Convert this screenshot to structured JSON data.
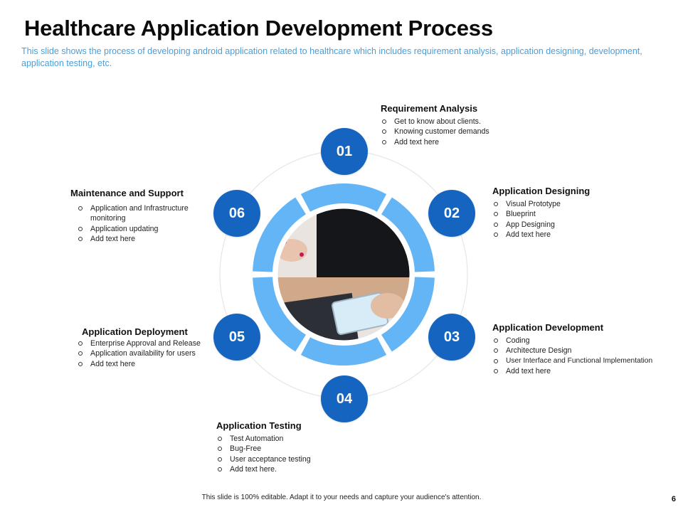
{
  "slide": {
    "title": "Healthcare Application Development Process",
    "subtitle": "This slide shows the process of developing android application related to healthcare which includes requirement analysis, application designing, development, application testing, etc.",
    "footer": "This slide is 100% editable.  Adapt it to your needs and capture your audience's attention.",
    "page_number": "6"
  },
  "colors": {
    "step_circle": "#1565c0",
    "ring_segment": "#64b5f6",
    "subtitle_text": "#4a9fd8",
    "outer_ring": "#e6e6e6"
  },
  "steps": [
    {
      "number": "01",
      "title": "Requirement Analysis",
      "bullets": [
        "Get to know about clients.",
        "Knowing customer demands",
        "Add text here"
      ]
    },
    {
      "number": "02",
      "title": "Application Designing",
      "bullets": [
        "Visual Prototype",
        "Blueprint",
        "App Designing",
        "Add text here"
      ]
    },
    {
      "number": "03",
      "title": "Application Development",
      "bullets": [
        "Coding",
        "Architecture Design",
        "User Interface and Functional Implementation",
        "Add text here"
      ]
    },
    {
      "number": "04",
      "title": "Application Testing",
      "bullets": [
        "Test Automation",
        "Bug-Free",
        "User acceptance testing",
        "Add text here."
      ]
    },
    {
      "number": "05",
      "title": "Application Deployment",
      "bullets": [
        "Enterprise Approval and Release",
        "Application availability for users",
        "Add text here"
      ]
    },
    {
      "number": "06",
      "title": "Maintenance and Support",
      "bullets": [
        "Application and Infrastructure monitoring",
        "Application updating",
        "Add text here"
      ]
    }
  ]
}
